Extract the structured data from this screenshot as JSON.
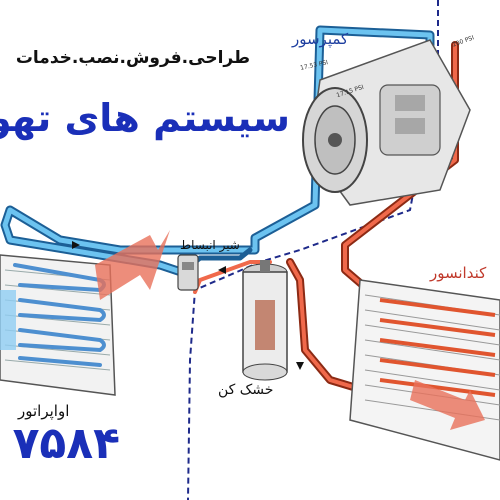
{
  "heading": "طراحی.فروش.نصب.خدمات",
  "title": "سیستم های تهویه",
  "phone": "۷۵۸۴",
  "labels": {
    "compressor": "کمپرسور",
    "condenser": "کندانسور",
    "expansion_valve": "شیر انبساط",
    "drier": "خشک کن",
    "evaporator": "اواپراتور",
    "psi_top": "17.53 PSI",
    "psi_side": "17.15 PSI",
    "psi_right": "200 PSI"
  },
  "colors": {
    "low_pressure_line": "#3a9ad9",
    "high_pressure_line": "#d94a2b",
    "title_blue": "#1a2fb8",
    "dashed_divider": "#1e2a8a"
  },
  "icons": {
    "compressor": "compressor-icon",
    "condenser": "condenser-coil-icon",
    "evaporator": "evaporator-coil-icon",
    "drier": "receiver-drier-icon",
    "valve": "expansion-valve-icon"
  }
}
